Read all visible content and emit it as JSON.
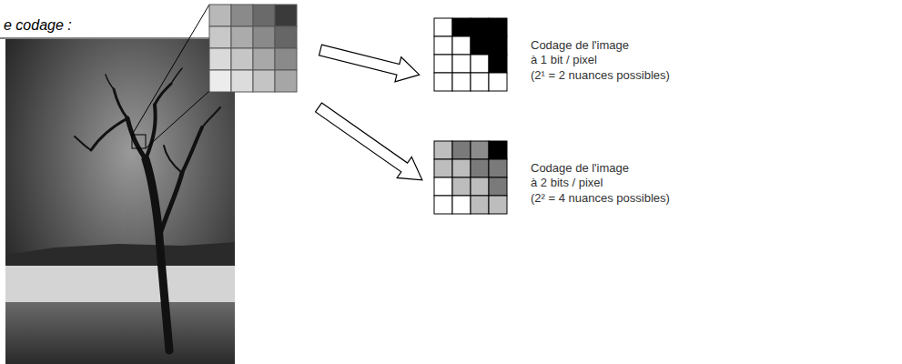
{
  "diagram": {
    "labels": [
      "e codage :",
      "Codage de l'image à 1 bit / pixel",
      "(2¹ = 2 nuances possibles)",
      "Codage de l'image à 2 bits / pixel",
      "(2² = 4 nuances possibles)"
    ]
  }
}
